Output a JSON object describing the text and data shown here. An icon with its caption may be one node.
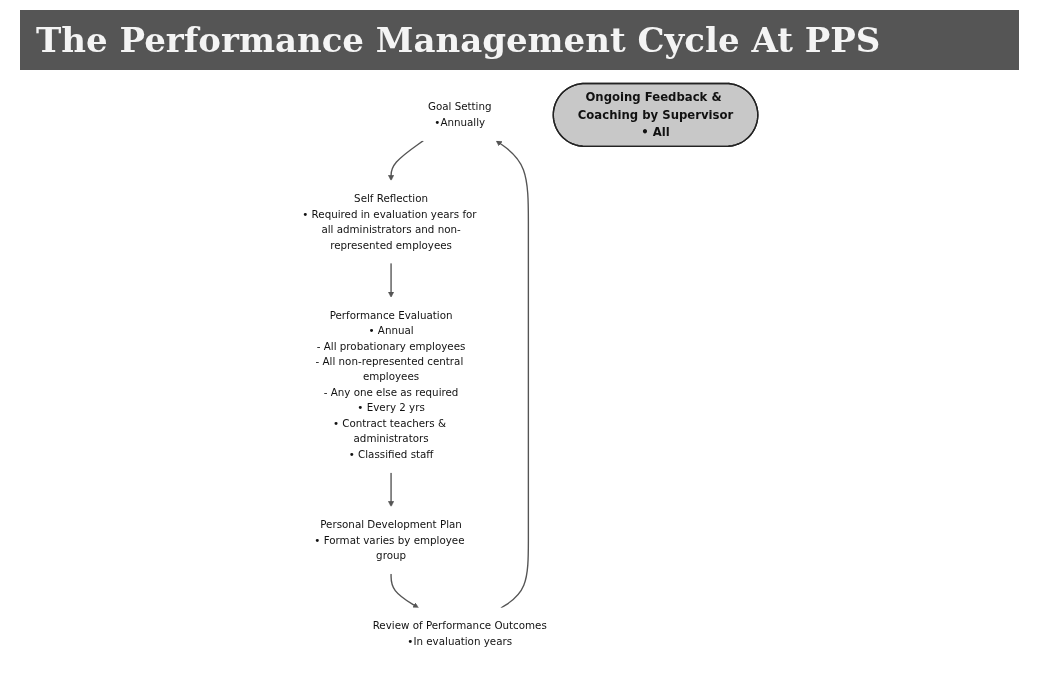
{
  "diagram": {
    "title": "The Performance Management Cycle At PPS",
    "nodes": [
      {
        "text": [
          "Goal Setting",
          "•Annually"
        ]
      },
      {
        "text": [
          "Self Reflection",
          "• Required in evaluation years for all administrators and non-represented employees"
        ]
      },
      {
        "text": [
          "Performance Evaluation",
          "• Annual",
          "- All probationary employees",
          "- All non-represented central employees",
          "- Any one else as required",
          "• Every 2 yrs",
          "• Contract teachers & administrators",
          "• Classified staff"
        ]
      },
      {
        "text": [
          "Personal Development Plan",
          "• Format varies by employee group"
        ]
      },
      {
        "text": [
          "Review of Performance Outcomes",
          "•In evaluation years"
        ]
      },
      {
        "text": [
          "Ongoing Feedback & Coaching by Supervisor",
          "• All"
        ]
      }
    ],
    "edges": [
      {
        "from": 4,
        "to": 0,
        "arrow": "to"
      },
      {
        "from": 0,
        "to": 1,
        "arrow": "to"
      },
      {
        "from": 1,
        "to": 2,
        "arrow": "to"
      },
      {
        "from": 2,
        "to": 3,
        "arrow": "to"
      },
      {
        "from": 3,
        "to": 4,
        "arrow": "to"
      }
    ]
  }
}
